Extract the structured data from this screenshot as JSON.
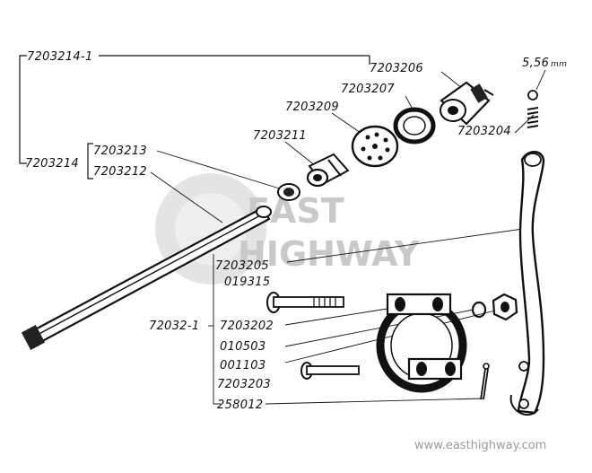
{
  "labels": {
    "assembly_top": "7203214-1",
    "assembly_left": "7203214",
    "p7203206": "7203206",
    "p7203207": "7203207",
    "p7203209": "7203209",
    "p7203211": "7203211",
    "p7203213": "7203213",
    "p7203212": "7203212",
    "p7203204": "7203204",
    "ball_size": "5,56",
    "ball_unit": "mm",
    "p7203205": "7203205",
    "p019315": "019315",
    "group_72032_1": "72032-1",
    "p7203202": "7203202",
    "p010503": "010503",
    "p001103": "001103",
    "p7203203": "7203203",
    "p258012": "258012"
  },
  "watermark": {
    "logo_line1": "EAST",
    "logo_line2": "HIGHWAY",
    "url": "www.easthighway.com"
  },
  "colors": {
    "ink": "#111111",
    "watermark": "#c9c9c9"
  }
}
